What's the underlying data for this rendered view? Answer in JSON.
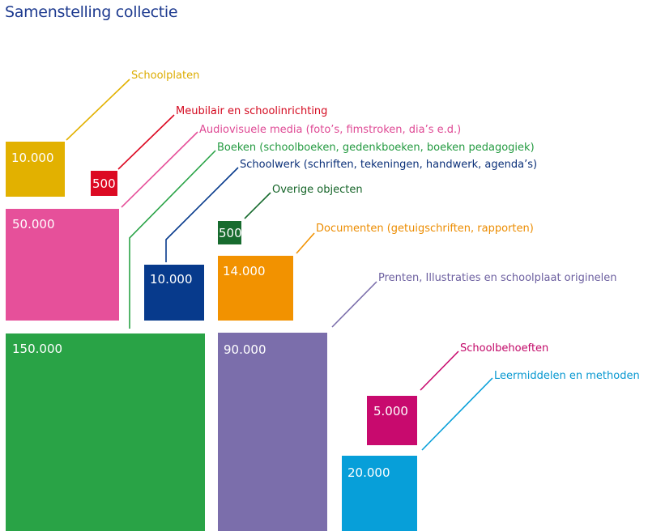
{
  "title": "Samenstelling collectie",
  "chart_data": {
    "type": "treemap",
    "title": "Samenstelling collectie",
    "items": [
      {
        "label": "Schoolplaten",
        "value": 10000,
        "value_label": "10.000",
        "color": "#e2b100",
        "label_color": "#dcac00"
      },
      {
        "label": "Meubilair en schoolinrichting",
        "value": 500,
        "value_label": "500",
        "color": "#dc0a23",
        "label_color": "#d4091f"
      },
      {
        "label": "Audiovisuele media (foto’s, fimstroken, dia’s e.d.)",
        "value": 50000,
        "value_label": "50.000",
        "color": "#e6509a",
        "label_color": "#df4a95"
      },
      {
        "label": "Boeken (schoolboeken, gedenkboeken, boeken pedagogiek)",
        "value": 150000,
        "value_label": "150.000",
        "color": "#29a346",
        "label_color": "#239a40"
      },
      {
        "label": "Schoolwerk (schriften, tekeningen, handwerk, agenda’s)",
        "value": 10000,
        "value_label": "10.000",
        "color": "#073a8c",
        "label_color": "#0a2f78"
      },
      {
        "label": "Overige objecten",
        "value": 500,
        "value_label": "500",
        "color": "#176b2e",
        "label_color": "#156428"
      },
      {
        "label": "Documenten (getuigschriften, rapporten)",
        "value": 14000,
        "value_label": "14.000",
        "color": "#f29200",
        "label_color": "#ec8c00"
      },
      {
        "label": "Prenten, Illustraties en schoolplaat originelen",
        "value": 90000,
        "value_label": "90.000",
        "color": "#7b6eab",
        "label_color": "#6d60a0"
      },
      {
        "label": "Schoolbehoeften",
        "value": 5000,
        "value_label": "5.000",
        "color": "#c80a6e",
        "label_color": "#c20868"
      },
      {
        "label": "Leermiddelen en methoden",
        "value": 20000,
        "value_label": "20.000",
        "color": "#079fd9",
        "label_color": "#0597d0"
      }
    ]
  }
}
